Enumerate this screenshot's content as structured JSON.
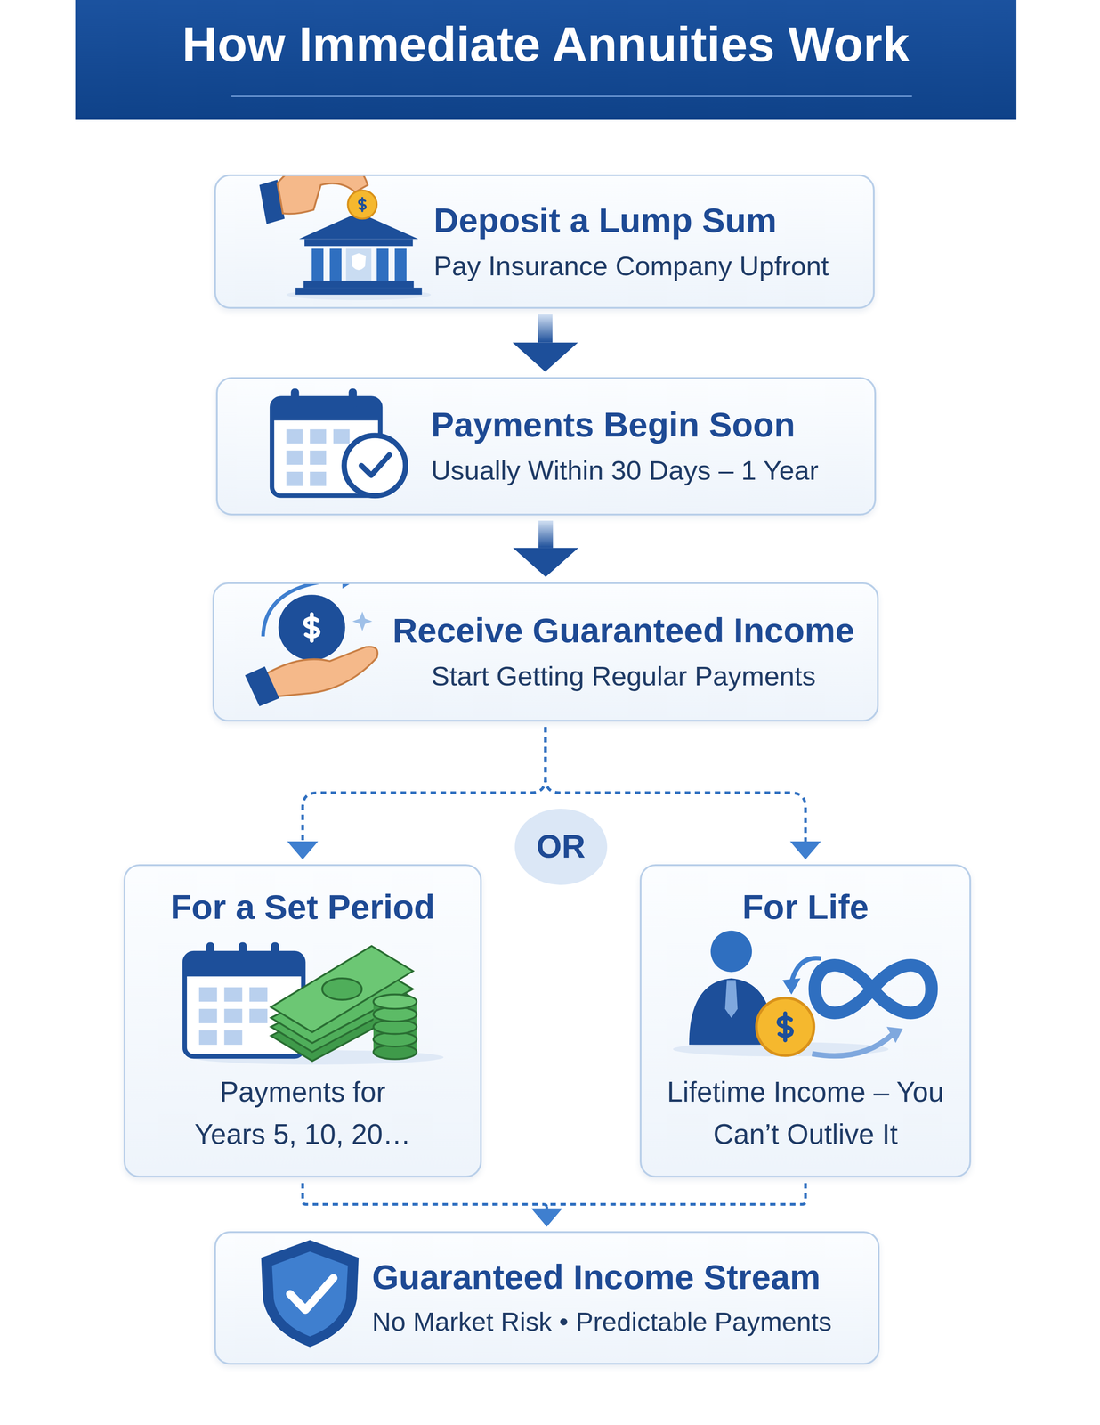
{
  "diagram": {
    "title": "How Immediate Annuities Work",
    "nodes": [
      {
        "text": [
          "Deposit a Lump Sum",
          "Pay Insurance Company Upfront"
        ]
      },
      {
        "text": [
          "Payments Begin Soon",
          "Usually Within 30 Days – 1 Year"
        ]
      },
      {
        "text": [
          "Receive Guaranteed Income",
          "Start Getting Regular Payments"
        ]
      },
      {
        "text": [
          "For a Set Period",
          "Payments for Years 5, 10, 20…"
        ]
      },
      {
        "text": [
          "OR"
        ]
      },
      {
        "text": [
          "For Life",
          "Lifetime Income – You Can’t Outlive It"
        ]
      },
      {
        "text": [
          "Guaranteed Income Stream",
          "No Market Risk • Predictable Payments"
        ]
      }
    ],
    "edges": [
      {
        "from": 0,
        "to": 1,
        "arrow": "to"
      },
      {
        "from": 1,
        "to": 2,
        "arrow": "to"
      },
      {
        "from": 2,
        "to": 3,
        "arrow": "to"
      },
      {
        "from": 2,
        "to": 5,
        "arrow": "to"
      },
      {
        "from": 3,
        "to": 6,
        "arrow": "to"
      },
      {
        "from": 5,
        "to": 6,
        "arrow": "to"
      }
    ]
  }
}
